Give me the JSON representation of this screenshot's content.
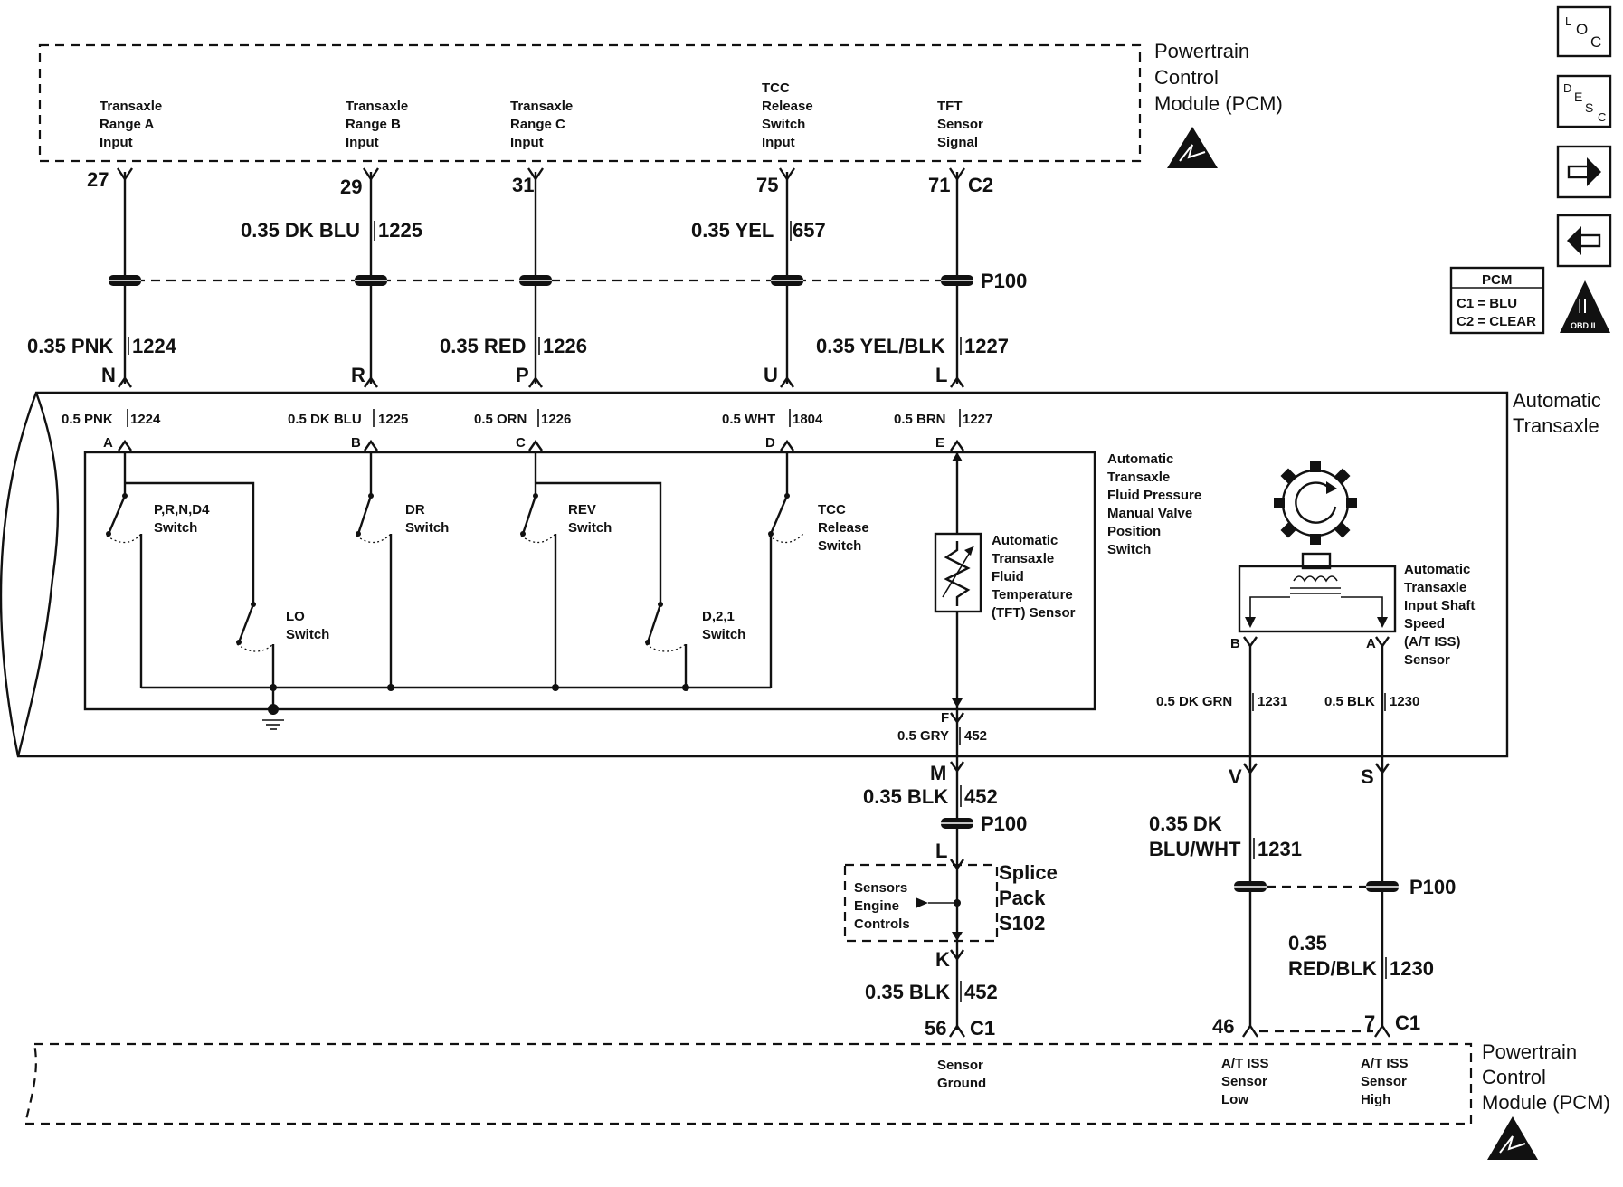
{
  "pcm_top": {
    "title": [
      "Powertrain",
      "Control",
      "Module (PCM)"
    ],
    "inputs": [
      {
        "label": [
          "Transaxle",
          "Range A",
          "Input"
        ],
        "pin": "27"
      },
      {
        "label": [
          "Transaxle",
          "Range B",
          "Input"
        ],
        "pin": "29"
      },
      {
        "label": [
          "Transaxle",
          "Range C",
          "Input"
        ],
        "pin": "31"
      },
      {
        "label": [
          "TCC",
          "Release",
          "Switch",
          "Input"
        ],
        "pin": "75"
      },
      {
        "label": [
          "TFT",
          "Sensor",
          "Signal"
        ],
        "pin": "71"
      }
    ],
    "connector": "C2"
  },
  "upper_wires": [
    {
      "gauge": "0.35 PNK",
      "circuit": "1224",
      "pin": "N"
    },
    {
      "gauge": "0.35 DK BLU",
      "circuit": "1225",
      "pin": "R"
    },
    {
      "gauge": "0.35 RED",
      "circuit": "1226",
      "pin": "P"
    },
    {
      "gauge": "0.35 YEL",
      "circuit": "657",
      "pin": "U"
    },
    {
      "gauge": "0.35 YEL/BLK",
      "circuit": "1227",
      "pin": "L"
    }
  ],
  "p100_label": "P100",
  "transaxle": {
    "title": [
      "Automatic",
      "Transaxle"
    ],
    "wires": [
      {
        "gauge": "0.5 PNK",
        "circuit": "1224",
        "pin": "A"
      },
      {
        "gauge": "0.5 DK BLU",
        "circuit": "1225",
        "pin": "B"
      },
      {
        "gauge": "0.5 ORN",
        "circuit": "1226",
        "pin": "C"
      },
      {
        "gauge": "0.5 WHT",
        "circuit": "1804",
        "pin": "D"
      },
      {
        "gauge": "0.5 BRN",
        "circuit": "1227",
        "pin": "E"
      }
    ],
    "pressure_switch_label": [
      "Automatic",
      "Transaxle",
      "Fluid Pressure",
      "Manual Valve",
      "Position",
      "Switch"
    ],
    "switches": {
      "prnd4": [
        "P,R,N,D4",
        "Switch"
      ],
      "lo": [
        "LO",
        "Switch"
      ],
      "dr": [
        "DR",
        "Switch"
      ],
      "rev": [
        "REV",
        "Switch"
      ],
      "d21": [
        "D,2,1",
        "Switch"
      ],
      "tcc": [
        "TCC",
        "Release",
        "Switch"
      ]
    },
    "tft_label": [
      "Automatic",
      "Transaxle",
      "Fluid",
      "Temperature",
      "(TFT) Sensor"
    ],
    "iss_label": [
      "Automatic",
      "Transaxle",
      "Input Shaft",
      "Speed",
      "(A/T ISS)",
      "Sensor"
    ],
    "iss_pins": {
      "low": "B",
      "high": "A"
    },
    "iss_wires": [
      {
        "gauge": "0.5 DK GRN",
        "circuit": "1231"
      },
      {
        "gauge": "0.5 BLK",
        "circuit": "1230"
      }
    ],
    "ground_wire": {
      "pin": "F",
      "gauge": "0.5 GRY",
      "circuit": "452"
    }
  },
  "ground_circuit": {
    "pin_m": "M",
    "wire1": {
      "gauge": "0.35 BLK",
      "circuit": "452"
    },
    "p100": "P100",
    "pin_l": "L",
    "splice_box": [
      "Sensors",
      "Engine",
      "Controls"
    ],
    "splice_label": [
      "Splice",
      "Pack",
      "S102"
    ],
    "pin_k": "K",
    "wire2": {
      "gauge": "0.35 BLK",
      "circuit": "452"
    },
    "pcm_pin": "56",
    "connector": "C1"
  },
  "iss_circuit": {
    "pin_v": "V",
    "pin_s": "S",
    "wire_low": {
      "gauge": [
        "0.35 DK",
        "BLU/WHT"
      ],
      "circuit": "1231"
    },
    "wire_high": {
      "gauge": [
        "0.35",
        "RED/BLK"
      ],
      "circuit": "1230"
    },
    "p100": "P100",
    "pcm_pin_low": "46",
    "pcm_pin_high": "7",
    "connector": "C1"
  },
  "pcm_bottom": {
    "title": [
      "Powertrain",
      "Control",
      "Module (PCM)"
    ],
    "labels": {
      "sensor_ground": [
        "Sensor",
        "Ground"
      ],
      "iss_low": [
        "A/T ISS",
        "Sensor",
        "Low"
      ],
      "iss_high": [
        "A/T ISS",
        "Sensor",
        "High"
      ]
    }
  },
  "legend": {
    "title": "PCM",
    "lines": [
      "C1 = BLU",
      "C2 = CLEAR"
    ]
  },
  "obd_badge": "OBD II",
  "nav": {
    "loc": {
      "l": "L",
      "o": "O",
      "c": "C"
    },
    "desc": {
      "d": "D",
      "e": "E",
      "s": "S",
      "c": "C"
    },
    "next_icon": "right-arrow-icon",
    "prev_icon": "left-arrow-icon"
  }
}
